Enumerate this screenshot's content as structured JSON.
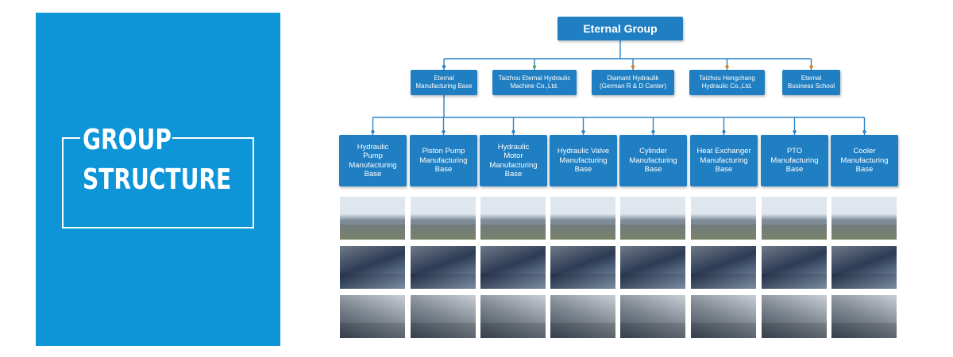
{
  "title": {
    "line1": "GROUP",
    "line2": "STRUCTURE"
  },
  "colors": {
    "panel": "#0e95d8",
    "box": "#1f7fc2",
    "connector": "#2a83c8",
    "dot_orange": "#e07b2a",
    "dot_green": "#56b05a"
  },
  "root": "Eternal Group",
  "companies": [
    {
      "lines": [
        "Eternal",
        "Manufacturing Base"
      ]
    },
    {
      "lines": [
        "Taizhou Eternal Hydraulic",
        "Machine Co.,Ltd."
      ]
    },
    {
      "lines": [
        "Diamant Hydraulik",
        "(German R & D Center)"
      ]
    },
    {
      "lines": [
        "Taizhou Hengchang",
        "Hydraulic Co.,Ltd."
      ]
    },
    {
      "lines": [
        "Eternal",
        "Business School"
      ]
    }
  ],
  "bases": [
    {
      "lines": [
        "Hydraulic",
        "Pump",
        "Manufacturing",
        "Base"
      ]
    },
    {
      "lines": [
        "Piston Pump",
        "Manufacturing",
        "Base"
      ]
    },
    {
      "lines": [
        "Hydraulic",
        "Motor",
        "Manufacturing",
        "Base"
      ]
    },
    {
      "lines": [
        "Hydraulic Valve",
        "Manufacturing",
        "Base"
      ]
    },
    {
      "lines": [
        "Cylinder",
        "Manufacturing",
        "Base"
      ]
    },
    {
      "lines": [
        "Heat Exchanger",
        "Manufacturing",
        "Base"
      ]
    },
    {
      "lines": [
        "PTO",
        "Manufacturing",
        "Base"
      ]
    },
    {
      "lines": [
        "Cooler",
        "Manufacturing",
        "Base"
      ]
    }
  ],
  "photos": {
    "rows": 3,
    "columns": 8
  }
}
